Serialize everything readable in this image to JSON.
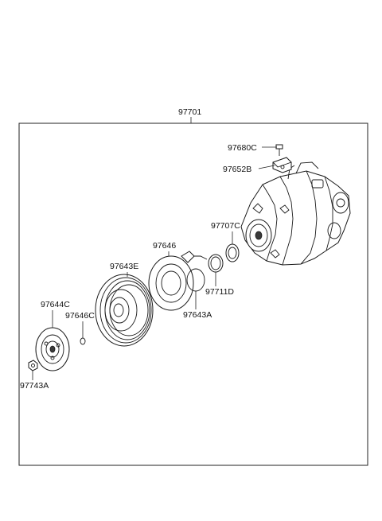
{
  "diagram": {
    "assembly_part_number": "97701",
    "part_labels": {
      "p97680C": "97680C",
      "p97652B": "97652B",
      "p97707C": "97707C",
      "p97646": "97646",
      "p97643E": "97643E",
      "p97711D": "97711D",
      "p97643A": "97643A",
      "p97644C": "97644C",
      "p97646C": "97646C",
      "p97743A": "97743A"
    }
  }
}
